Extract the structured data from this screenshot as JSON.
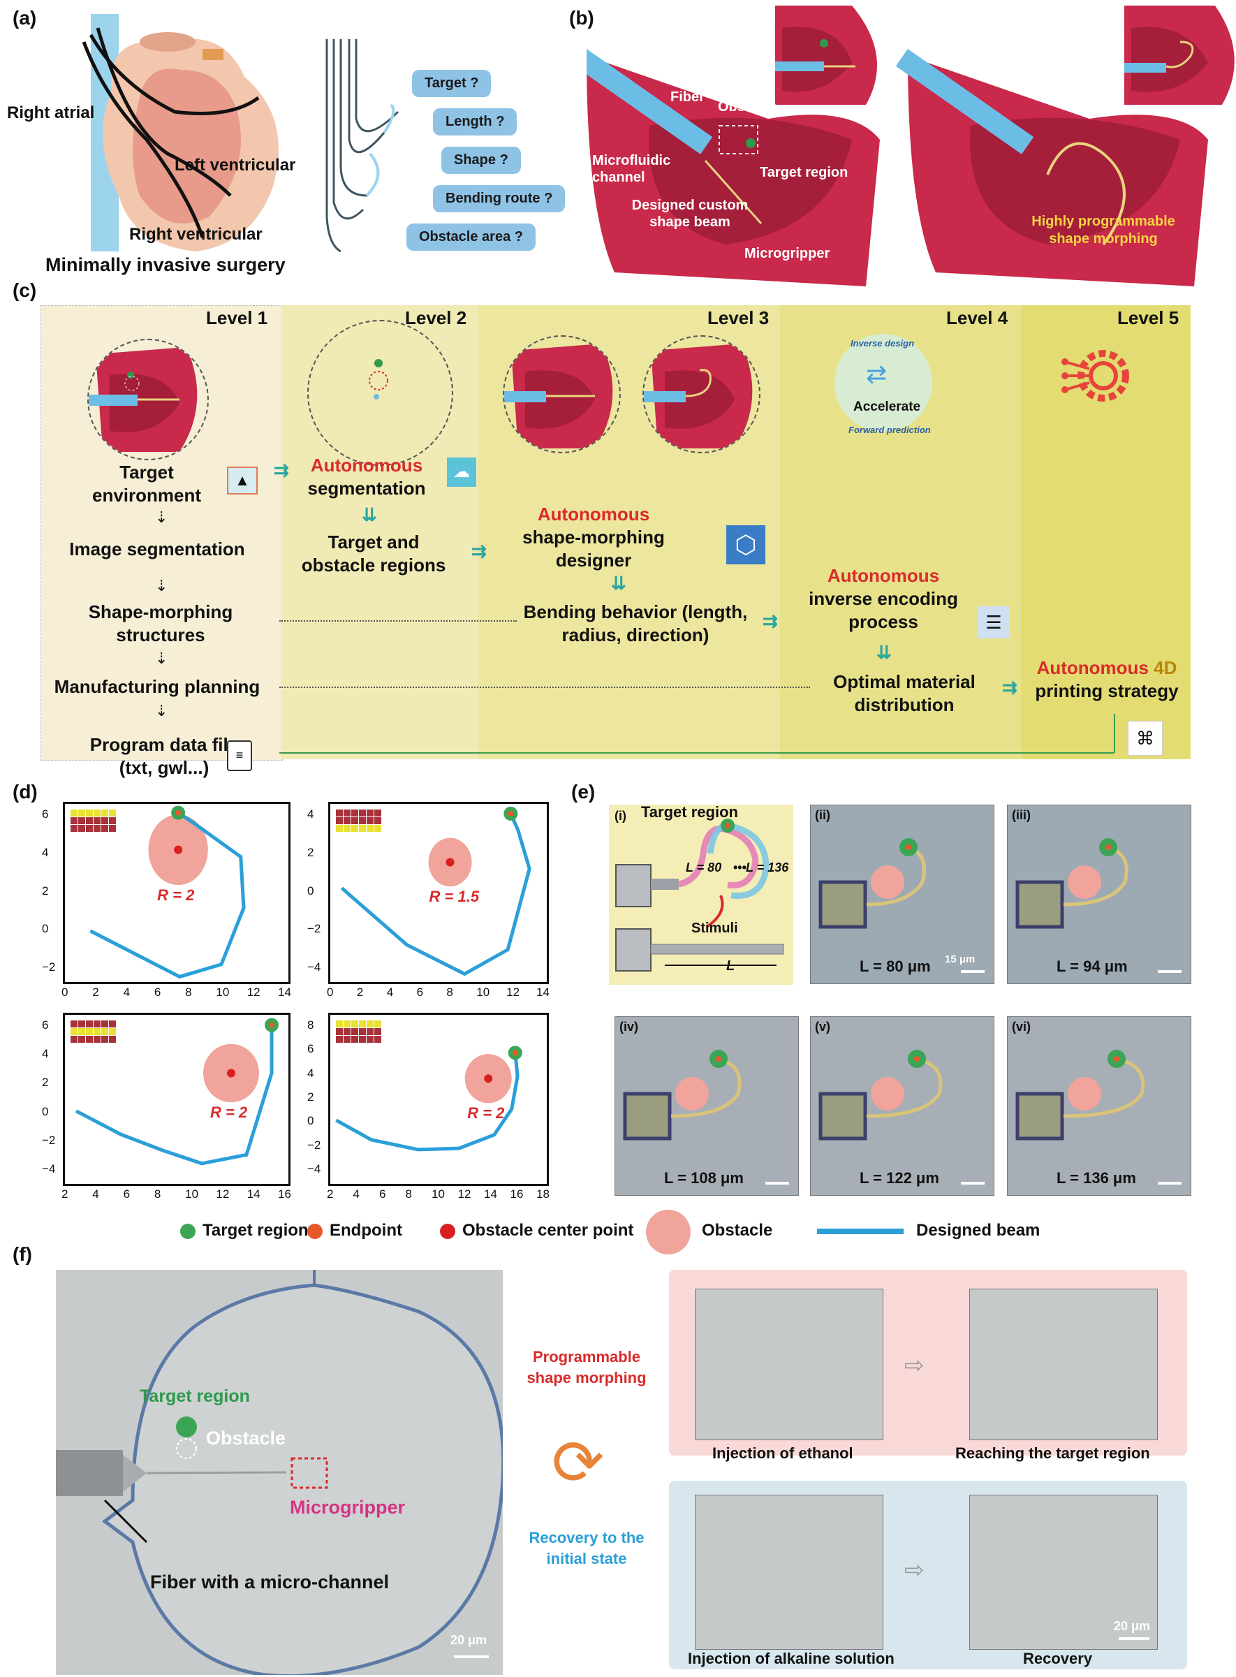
{
  "panel_a": {
    "label": "(a)",
    "right_atrial": "Right atrial",
    "left_ventricular": "Left ventricular",
    "right_ventricular": "Right ventricular",
    "caption": "Minimally invasive surgery",
    "questions": [
      "Target ?",
      "Length ?",
      "Shape ?",
      "Bending route ?",
      "Obstacle area ?"
    ]
  },
  "panel_b": {
    "label": "(b)",
    "fiber": "Fiber",
    "obstacle": "Obstacle",
    "microfluidic": "Microfluidic channel",
    "target_region": "Target region",
    "beam": "Designed custom shape beam",
    "microgripper": "Microgripper",
    "morphing": "Highly programmable shape morphing"
  },
  "panel_c": {
    "label": "(c)",
    "levels": [
      "Level 1",
      "Level 2",
      "Level 3",
      "Level 4",
      "Level 5"
    ],
    "target_environment": "Target environment",
    "image_segmentation": "Image segmentation",
    "shape_morphing_structures": "Shape-morphing structures",
    "manufacturing_planning": "Manufacturing planning",
    "program_data_file": "Program data file (txt, gwl...)",
    "autonomous": "Autonomous",
    "segmentation": "segmentation",
    "target_obstacle": "Target and obstacle regions",
    "designer": "shape-morphing designer",
    "bending": "Bending behavior (length, radius, direction)",
    "inverse_encoding": "inverse encoding process",
    "optimal_material": "Optimal material distribution",
    "printing_4d": "4D",
    "printing_strategy": "printing strategy",
    "inverse_design": "Inverse design",
    "accelerate": "Accelerate",
    "forward_prediction": "Forward prediction"
  },
  "panel_d": {
    "label": "(d)",
    "R_symbol": "R",
    "plots": [
      {
        "r": "2",
        "xticks": [
          "0",
          "2",
          "4",
          "6",
          "8",
          "10",
          "12",
          "14"
        ],
        "yticks": [
          "6",
          "4",
          "2",
          "0",
          "−2"
        ]
      },
      {
        "r": "1.5",
        "xticks": [
          "0",
          "2",
          "4",
          "6",
          "8",
          "10",
          "12",
          "14"
        ],
        "yticks": [
          "4",
          "2",
          "0",
          "−2",
          "−4"
        ]
      },
      {
        "r": "2",
        "xticks": [
          "2",
          "4",
          "6",
          "8",
          "10",
          "12",
          "14",
          "16"
        ],
        "yticks": [
          "6",
          "4",
          "2",
          "0",
          "−2",
          "−4"
        ]
      },
      {
        "r": "2",
        "xticks": [
          "2",
          "4",
          "6",
          "8",
          "10",
          "12",
          "14",
          "16",
          "18"
        ],
        "yticks": [
          "8",
          "6",
          "4",
          "2",
          "0",
          "−2",
          "−4"
        ]
      }
    ]
  },
  "chart_data": [
    {
      "type": "line",
      "series": [
        {
          "x": [
            1.2,
            7.2,
            10,
            11.5,
            11.3,
            8,
            7.1
          ],
          "y": [
            0.3,
            -2.3,
            -1.6,
            1.6,
            4.5,
            6.5,
            7
          ]
        }
      ],
      "xlim": [
        -0.5,
        14.5
      ],
      "ylim": [
        -2.6,
        7.5
      ],
      "obstacle_center": [
        7.1,
        4.9
      ],
      "target": [
        7.1,
        7
      ]
    },
    {
      "type": "line",
      "series": [
        {
          "x": [
            0.3,
            4.8,
            8.8,
            11.8,
            13.3,
            12.5,
            12
          ],
          "y": [
            0.3,
            -3.2,
            -5,
            -3.5,
            1.5,
            3.9,
            4.9
          ]
        }
      ],
      "xlim": [
        -0.5,
        14.5
      ],
      "ylim": [
        -5.5,
        5.5
      ],
      "obstacle_center": [
        7.8,
        1.9
      ],
      "target": [
        12,
        4.9
      ]
    },
    {
      "type": "line",
      "series": [
        {
          "x": [
            1.8,
            5,
            8,
            10.8,
            14,
            15.8,
            15.8
          ],
          "y": [
            0.4,
            -1.2,
            -2.3,
            -3.2,
            -2.6,
            3,
            6.3
          ]
        }
      ],
      "xlim": [
        1,
        17
      ],
      "ylim": [
        -4.6,
        7
      ],
      "obstacle_center": [
        12.9,
        3
      ],
      "target": [
        15.8,
        6.3
      ]
    },
    {
      "type": "line",
      "series": [
        {
          "x": [
            1,
            4,
            8,
            11.5,
            14.5,
            16,
            16.5,
            16.3
          ],
          "y": [
            0.6,
            -1,
            -1.8,
            -1.7,
            -0.6,
            1.5,
            4.2,
            6.1
          ]
        }
      ],
      "xlim": [
        0.5,
        19
      ],
      "ylim": [
        -4.6,
        9.2
      ],
      "obstacle_center": [
        14,
        4
      ],
      "target": [
        16.3,
        6.1
      ]
    }
  ],
  "panel_e": {
    "label": "(e)",
    "subs": [
      "(i)",
      "(ii)",
      "(iii)",
      "(iv)",
      "(v)",
      "(vi)"
    ],
    "target_region": "Target region",
    "L80": "L = 80",
    "L136": "L = 136",
    "dots": "•••",
    "stimuli": "Stimuli",
    "L": "L",
    "lengths": [
      "L = 80 μm",
      "L = 94 μm",
      "L = 108 μm",
      "L = 122 μm",
      "L = 136 μm"
    ],
    "scale": "15 μm"
  },
  "legend": {
    "target": "Target region",
    "endpoint": "Endpoint",
    "obstacle_center": "Obstacle center point",
    "obstacle": "Obstacle",
    "beam": "Designed beam"
  },
  "panel_f": {
    "label": "(f)",
    "target_region": "Target region",
    "obstacle": "Obstacle",
    "microgripper": "Microgripper",
    "fiber": "Fiber with a micro-channel",
    "scale1": "20 μm",
    "programmable": "Programmable shape morphing",
    "recovery_state": "Recovery to the initial state",
    "injection_ethanol": "Injection of ethanol",
    "reaching": "Reaching the target region",
    "injection_alkaline": "Injection of alkaline solution",
    "recovery": "Recovery",
    "scale2": "20 μm"
  },
  "colors": {
    "beam": "#2a9fd8",
    "obstacle": "#f0a49c",
    "target": "#3aa655",
    "endpoint": "#e8582a",
    "obstacle_center": "#d91f1f",
    "heart": "#c9294a",
    "accent_red": "#d92b2b",
    "teal": "#2aa6a0"
  }
}
